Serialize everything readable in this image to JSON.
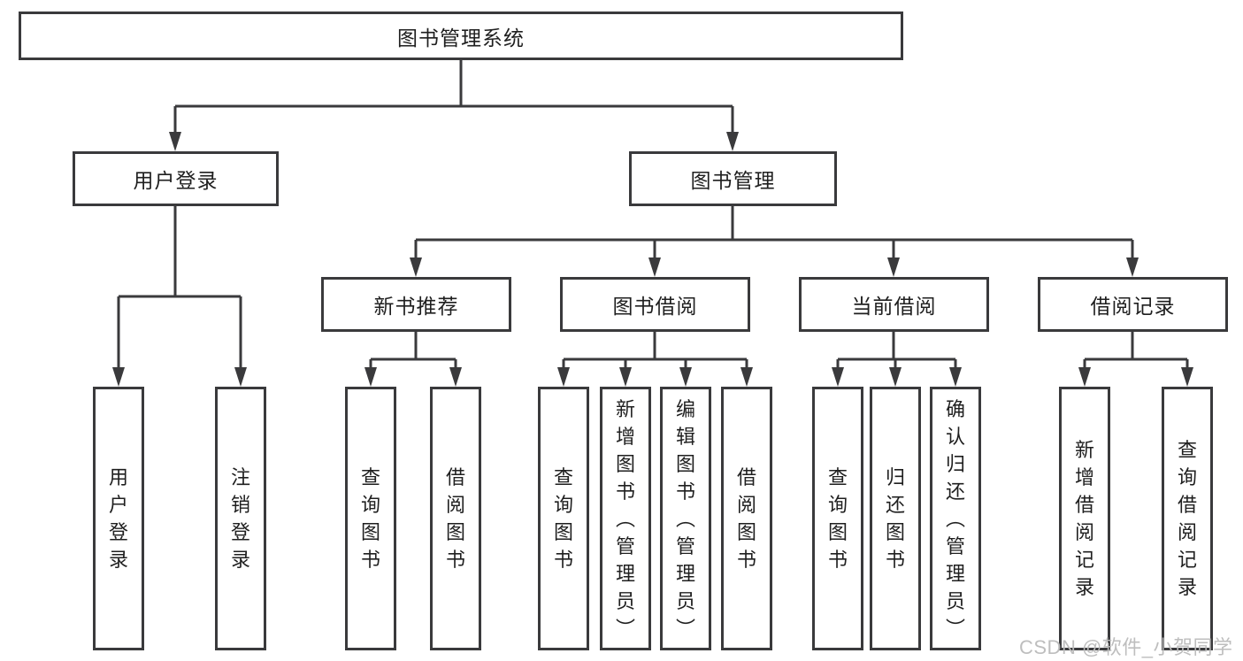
{
  "diagram": {
    "title": "图书管理系统",
    "watermark": "CSDN @软件_小贺同学",
    "colors": {
      "line": "#3a3a3c",
      "border": "#3a3a3c",
      "text": "#1f1f1f",
      "background": "#ffffff",
      "watermark": "#bababa"
    },
    "nodes": [
      {
        "id": "root",
        "label": "图书管理系统",
        "parent": null
      },
      {
        "id": "user-login",
        "label": "用户登录",
        "parent": "root"
      },
      {
        "id": "book-management",
        "label": "图书管理",
        "parent": "root"
      },
      {
        "id": "leaf-user-login",
        "label": "用户登录",
        "parent": "user-login"
      },
      {
        "id": "leaf-logout",
        "label": "注销登录",
        "parent": "user-login"
      },
      {
        "id": "new-book-rec",
        "label": "新书推荐",
        "parent": "book-management"
      },
      {
        "id": "book-borrow",
        "label": "图书借阅",
        "parent": "book-management"
      },
      {
        "id": "current-borrow",
        "label": "当前借阅",
        "parent": "book-management"
      },
      {
        "id": "borrow-records",
        "label": "借阅记录",
        "parent": "book-management"
      },
      {
        "id": "leaf-query-books-rec",
        "label": "查询图书",
        "parent": "new-book-rec"
      },
      {
        "id": "leaf-borrow-books-rec",
        "label": "借阅图书",
        "parent": "new-book-rec"
      },
      {
        "id": "leaf-query-books-bor",
        "label": "查询图书",
        "parent": "book-borrow"
      },
      {
        "id": "leaf-add-books",
        "label": "新增图书（管理员）",
        "parent": "book-borrow"
      },
      {
        "id": "leaf-edit-books",
        "label": "编辑图书（管理员）",
        "parent": "book-borrow"
      },
      {
        "id": "leaf-borrow-books",
        "label": "借阅图书",
        "parent": "book-borrow"
      },
      {
        "id": "leaf-query-books-cur",
        "label": "查询图书",
        "parent": "current-borrow"
      },
      {
        "id": "leaf-return-books",
        "label": "归还图书",
        "parent": "current-borrow"
      },
      {
        "id": "leaf-confirm-return",
        "label": "确认归还（管理员）",
        "parent": "current-borrow"
      },
      {
        "id": "leaf-add-borrow-rec",
        "label": "新增借阅记录",
        "parent": "borrow-records"
      },
      {
        "id": "leaf-query-borrow-rec",
        "label": "查询借阅记录",
        "parent": "borrow-records"
      }
    ]
  }
}
